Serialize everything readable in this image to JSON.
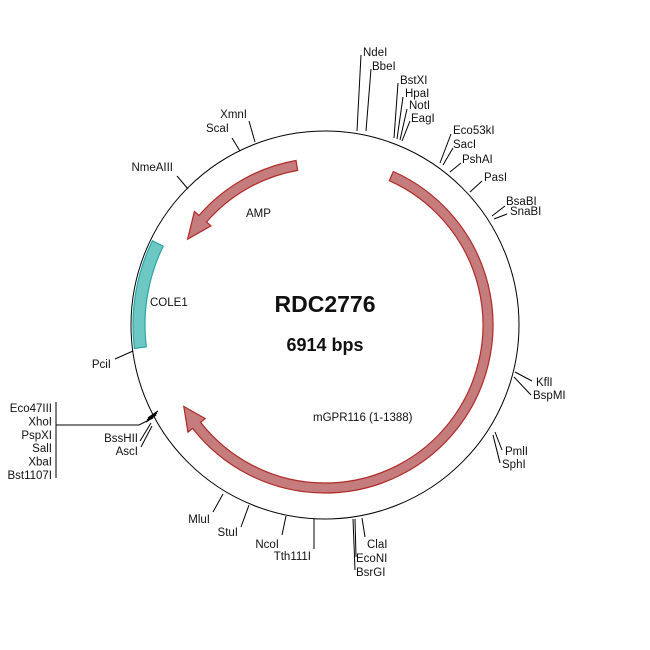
{
  "plasmid": {
    "name": "RDC2776",
    "size_label": "6914 bps"
  },
  "features": [
    {
      "name": "AMP",
      "color": "#c47c7c",
      "stroke": "#b02a2a"
    },
    {
      "name": "COLE1",
      "color": "#6dc8c4",
      "stroke": "#2aa6a1"
    },
    {
      "name": "mGPR116 (1-1388)",
      "color": "#c47c7c",
      "stroke": "#b02a2a"
    }
  ],
  "sites": [
    "NdeI",
    "BbeI",
    "BstXI",
    "HpaI",
    "NotI",
    "EagI",
    "Eco53kI",
    "SacI",
    "PshAI",
    "PasI",
    "BsaBI",
    "SnaBI",
    "KflI",
    "BspMI",
    "PmlI",
    "SphI",
    "ClaI",
    "EcoNI",
    "BsrGI",
    "Tth111I",
    "NcoI",
    "StuI",
    "MluI",
    "BssHII",
    "AscI",
    "PciI",
    "NmeAIII",
    "ScaI",
    "XmnI"
  ],
  "cluster_sites": [
    "Eco47III",
    "XhoI",
    "PspXI",
    "SalI",
    "XbaI",
    "Bst1107I"
  ]
}
